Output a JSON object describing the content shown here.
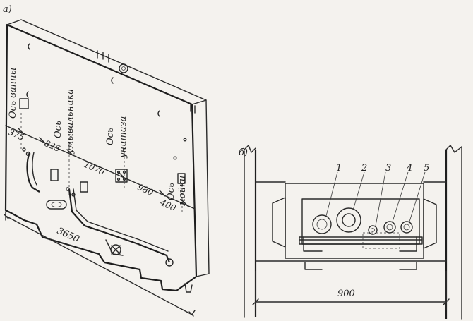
{
  "panel_a": {
    "label": "а)",
    "axis_labels": {
      "bath": "Ось ванны",
      "washbasin_1": "Ось",
      "washbasin_2": "умывальника",
      "toilet_1": "Ось",
      "toilet_2": "унитаза",
      "sink_1": "Ось",
      "sink_2": "мойки"
    },
    "dimensions": {
      "d375": "375",
      "d825": "825",
      "d1070": "1070",
      "d980": "980",
      "d400": "400",
      "d3650": "3650"
    }
  },
  "panel_b": {
    "label": "б)",
    "callouts": [
      "1",
      "2",
      "3",
      "4",
      "5"
    ],
    "dimension": "900"
  },
  "colors": {
    "ink": "#2a2a2a",
    "paper": "#f4f2ee"
  }
}
